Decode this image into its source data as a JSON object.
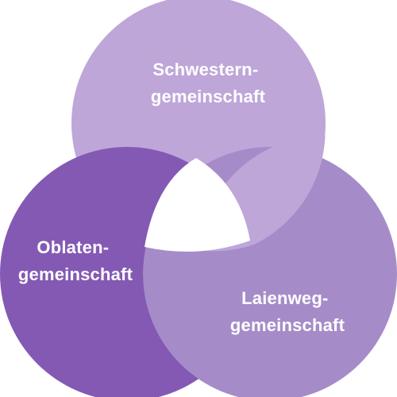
{
  "diagram": {
    "type": "overlapping-circles",
    "circles": [
      {
        "id": "schwestern",
        "label_line1": "Schwestern-",
        "label_line2": "gemeinschaft",
        "color": "#BEA6D9"
      },
      {
        "id": "laienweg",
        "label_line1": "Laienweg-",
        "label_line2": "gemeinschaft",
        "color": "#A58CC8"
      },
      {
        "id": "oblaten",
        "label_line1": "Oblaten-",
        "label_line2": "gemeinschaft",
        "color": "#8459B4"
      }
    ]
  }
}
